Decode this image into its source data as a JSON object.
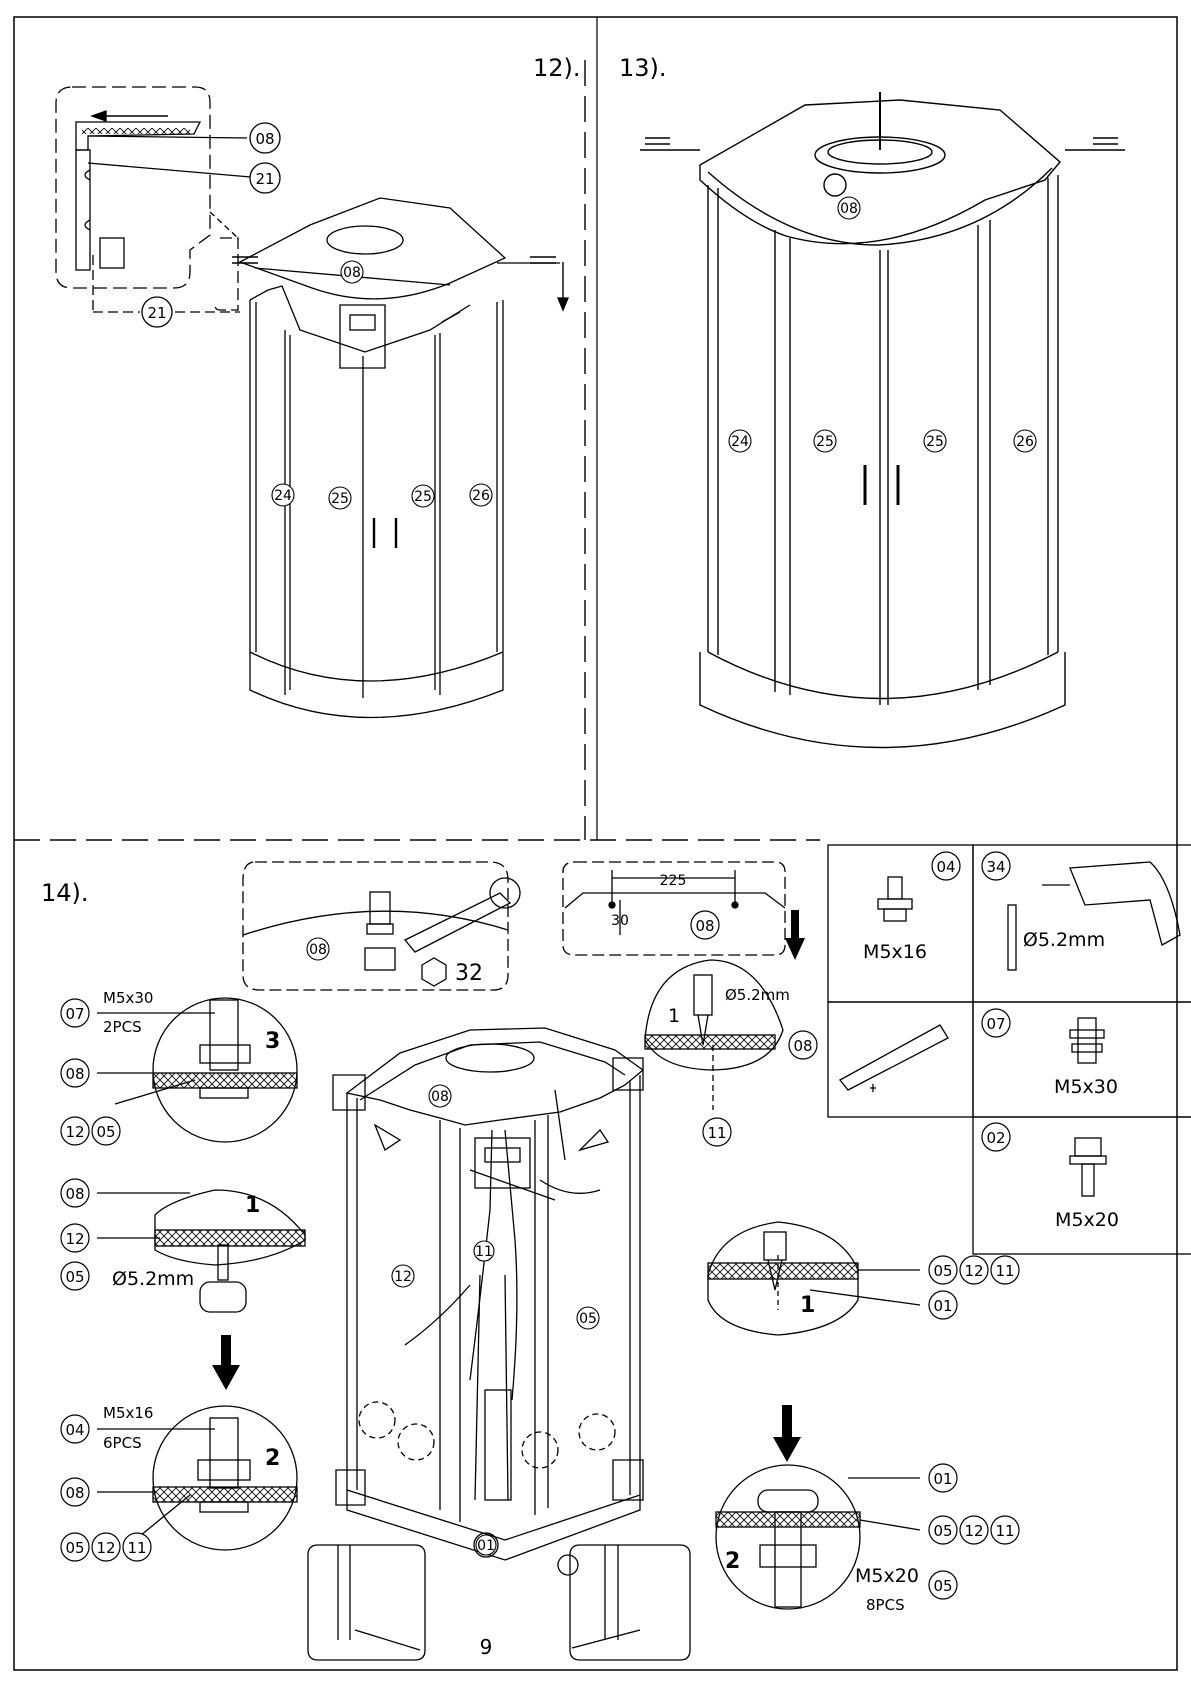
{
  "steps": {
    "s12": "12).",
    "s13": "13).",
    "s14": "14)."
  },
  "page_number": "9",
  "callouts": {
    "p08": "08",
    "p21": "21",
    "p24": "24",
    "p25": "25",
    "p26": "26",
    "p11": "11",
    "p12": "12",
    "p05": "05",
    "p01": "01",
    "p07": "07",
    "p04": "04",
    "p02": "02",
    "p34": "34"
  },
  "detail_top": {
    "wrench_size": "32",
    "dim_225": "225",
    "dim_30": "30",
    "drill_dia": "Ø5.2mm",
    "drill_step": "1"
  },
  "details_left": {
    "d3_spec": "M5x30",
    "d3_qty": "2PCS",
    "d3_step": "3",
    "d1_step": "1",
    "d1_drill": "Ø5.2mm",
    "d2_spec": "M5x16",
    "d2_qty": "6PCS",
    "d2_step": "2"
  },
  "details_right": {
    "r1_step": "1",
    "r2_step": "2",
    "r2_spec": "M5x20",
    "r2_qty": "8PCS"
  },
  "parts_table": {
    "cell04": "M5x16",
    "cell34": "Ø5.2mm",
    "cell07": "M5x30",
    "cell02": "M5x20"
  }
}
